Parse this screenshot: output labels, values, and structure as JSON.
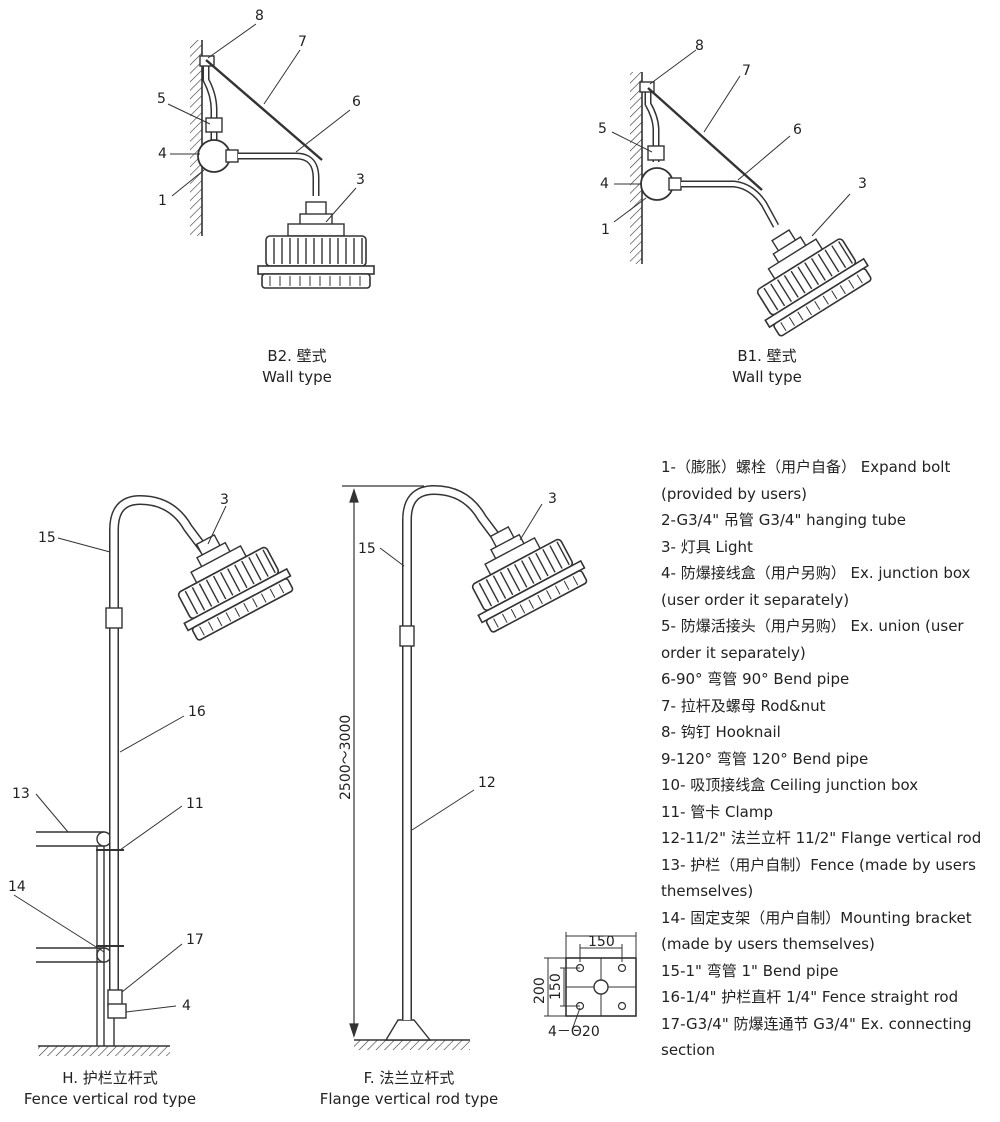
{
  "diagrams": {
    "b2": {
      "code": "B2. 壁式",
      "caption": "Wall type"
    },
    "b1": {
      "code": "B1. 壁式",
      "caption": "Wall type"
    },
    "h": {
      "code": "H. 护栏立杆式",
      "caption": "Fence vertical rod type"
    },
    "f": {
      "code": "F. 法兰立杆式",
      "caption": "Flange vertical rod type"
    }
  },
  "callouts": {
    "b2": [
      "8",
      "7",
      "5",
      "6",
      "4",
      "1",
      "3"
    ],
    "b1": [
      "8",
      "7",
      "5",
      "6",
      "4",
      "3",
      "1"
    ],
    "h": [
      "15",
      "3",
      "16",
      "13",
      "11",
      "14",
      "17",
      "4"
    ],
    "f": [
      "15",
      "3",
      "12"
    ]
  },
  "dimensions": {
    "height_range": "2500～3000",
    "plate_width": "150",
    "plate_outer": "200",
    "plate_inner": "150",
    "holes": "4－Θ20"
  },
  "legend": [
    "1-（膨胀）螺栓（用户自备） Expand bolt (provided by users)",
    "2-G3/4\" 吊管 G3/4\" hanging tube",
    "3- 灯具 Light",
    "4- 防爆接线盒（用户另购） Ex. junction box (user order it separately)",
    "5- 防爆活接头（用户另购） Ex. union (user order it separately)",
    "6-90° 弯管 90° Bend pipe",
    "7- 拉杆及螺母 Rod&nut",
    "8- 钩钉 Hooknail",
    "9-120° 弯管 120° Bend pipe",
    "10- 吸顶接线盒 Ceiling junction box",
    "11- 管卡 Clamp",
    "12-11/2\" 法兰立杆 11/2\" Flange vertical rod",
    "13- 护栏（用户自制）Fence (made by users themselves)",
    "14- 固定支架（用户自制）Mounting bracket (made by users themselves)",
    "15-1\" 弯管 1\" Bend pipe",
    "16-1/4\" 护栏直杆 1/4\" Fence straight rod",
    "17-G3/4\" 防爆连通节 G3/4\" Ex. connecting section"
  ],
  "colors": {
    "line": "#333333",
    "text": "#222222",
    "background": "#ffffff"
  }
}
